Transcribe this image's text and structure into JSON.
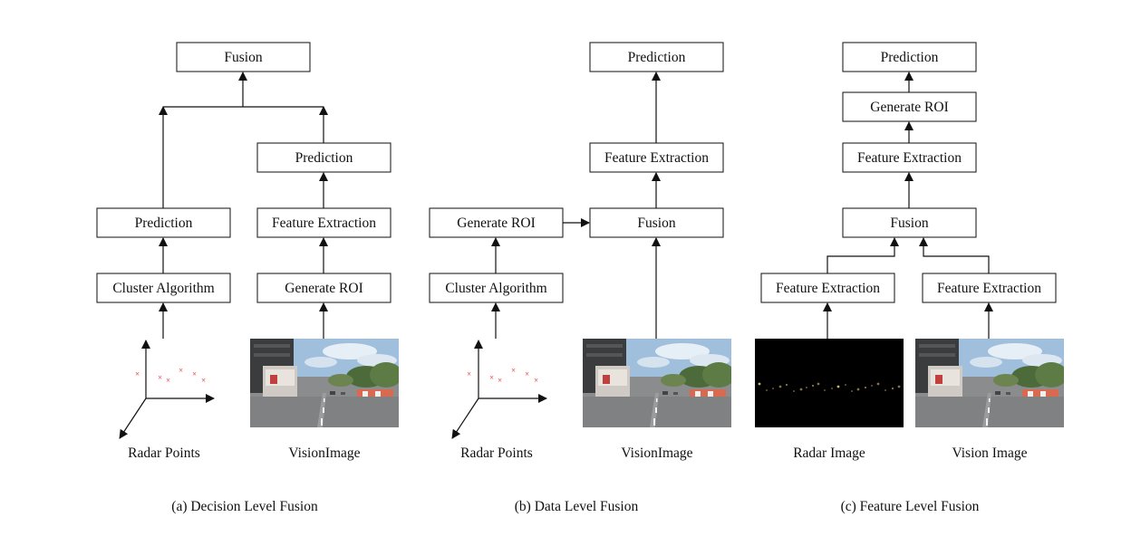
{
  "panels": {
    "a": {
      "boxes": {
        "fusion": "Fusion",
        "prediction_right": "Prediction",
        "prediction_left": "Prediction",
        "feature_extraction": "Feature Extraction",
        "cluster_algorithm": "Cluster Algorithm",
        "generate_roi": "Generate ROI"
      },
      "inputs": {
        "radar": "Radar Points",
        "vision": "VisionImage"
      },
      "caption": "(a) Decision Level Fusion"
    },
    "b": {
      "boxes": {
        "prediction": "Prediction",
        "feature_extraction": "Feature Extraction",
        "generate_roi": "Generate ROI",
        "fusion": "Fusion",
        "cluster_algorithm": "Cluster Algorithm"
      },
      "inputs": {
        "radar": "Radar Points",
        "vision": "VisionImage"
      },
      "caption": "(b) Data Level Fusion"
    },
    "c": {
      "boxes": {
        "prediction": "Prediction",
        "generate_roi": "Generate ROI",
        "feature_extraction_top": "Feature Extraction",
        "fusion": "Fusion",
        "feature_extraction_left": "Feature Extraction",
        "feature_extraction_right": "Feature Extraction"
      },
      "inputs": {
        "radar": "Radar Image",
        "vision": "Vision Image"
      },
      "caption": "(c) Feature Level Fusion"
    }
  },
  "colors": {
    "radar_point": "#e02020",
    "radar_image_bg": "#000000",
    "radar_image_dots": "#d8c070",
    "sky": "#9fbfdc",
    "road": "#8a8c8e"
  }
}
